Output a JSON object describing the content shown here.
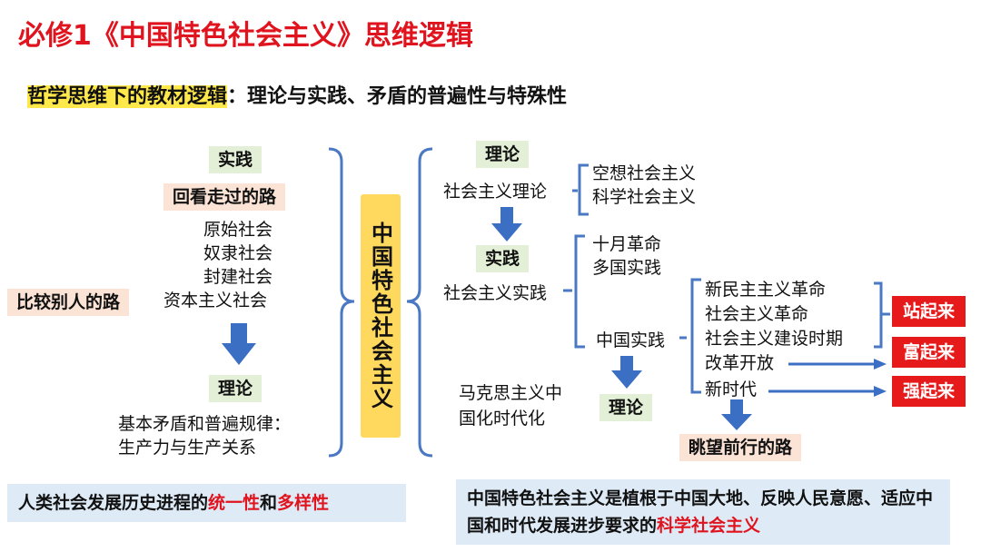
{
  "title": "必修1《中国特色社会主义》思维逻辑",
  "subtitle": {
    "highlight": "哲学思维下的教材逻辑",
    "rest": "：理论与实践、矛盾的普遍性与特殊性"
  },
  "left": {
    "practice": "实践",
    "look_back": "回看走过的路",
    "societies": [
      "原始社会",
      "奴隶社会",
      "封建社会",
      "资本主义社会"
    ],
    "compare": "比较别人的路",
    "theory": "理论",
    "law_line1": "基本矛盾和普遍规律：",
    "law_line2": "生产力与生产关系"
  },
  "center": "中国特色社会主义",
  "right": {
    "theory": "理论",
    "socialist_theory": "社会主义理论",
    "utopian": "空想社会主义",
    "scientific": "科学社会主义",
    "practice": "实践",
    "socialist_practice": "社会主义实践",
    "october": "十月革命",
    "multi_country": "多国实践",
    "china_practice": "中国实践",
    "periods": [
      "新民主主义革命",
      "社会主义革命",
      "社会主义建设时期",
      "改革开放",
      "新时代"
    ],
    "stand_up": "站起来",
    "rich": "富起来",
    "strong": "强起来",
    "marx_line1": "马克思主义中",
    "marx_line2": "国化时代化",
    "theory2": "理论",
    "look_forward": "眺望前行的路"
  },
  "bottom_left": {
    "prefix": "人类社会发展历史进程的",
    "unity": "统一性",
    "and": "和",
    "diversity": "多样性"
  },
  "bottom_right": {
    "text": "中国特色社会主义是植根于中国大地、反映人民意愿、适应中国和时代发展进步要求的",
    "highlight": "科学社会主义"
  },
  "colors": {
    "title_red": "#e0141e",
    "arrow_blue": "#3b6fc4",
    "brace_blue": "#4a78c2",
    "center_yellow": "#ffd95e",
    "badge_red": "#e61a1a"
  }
}
